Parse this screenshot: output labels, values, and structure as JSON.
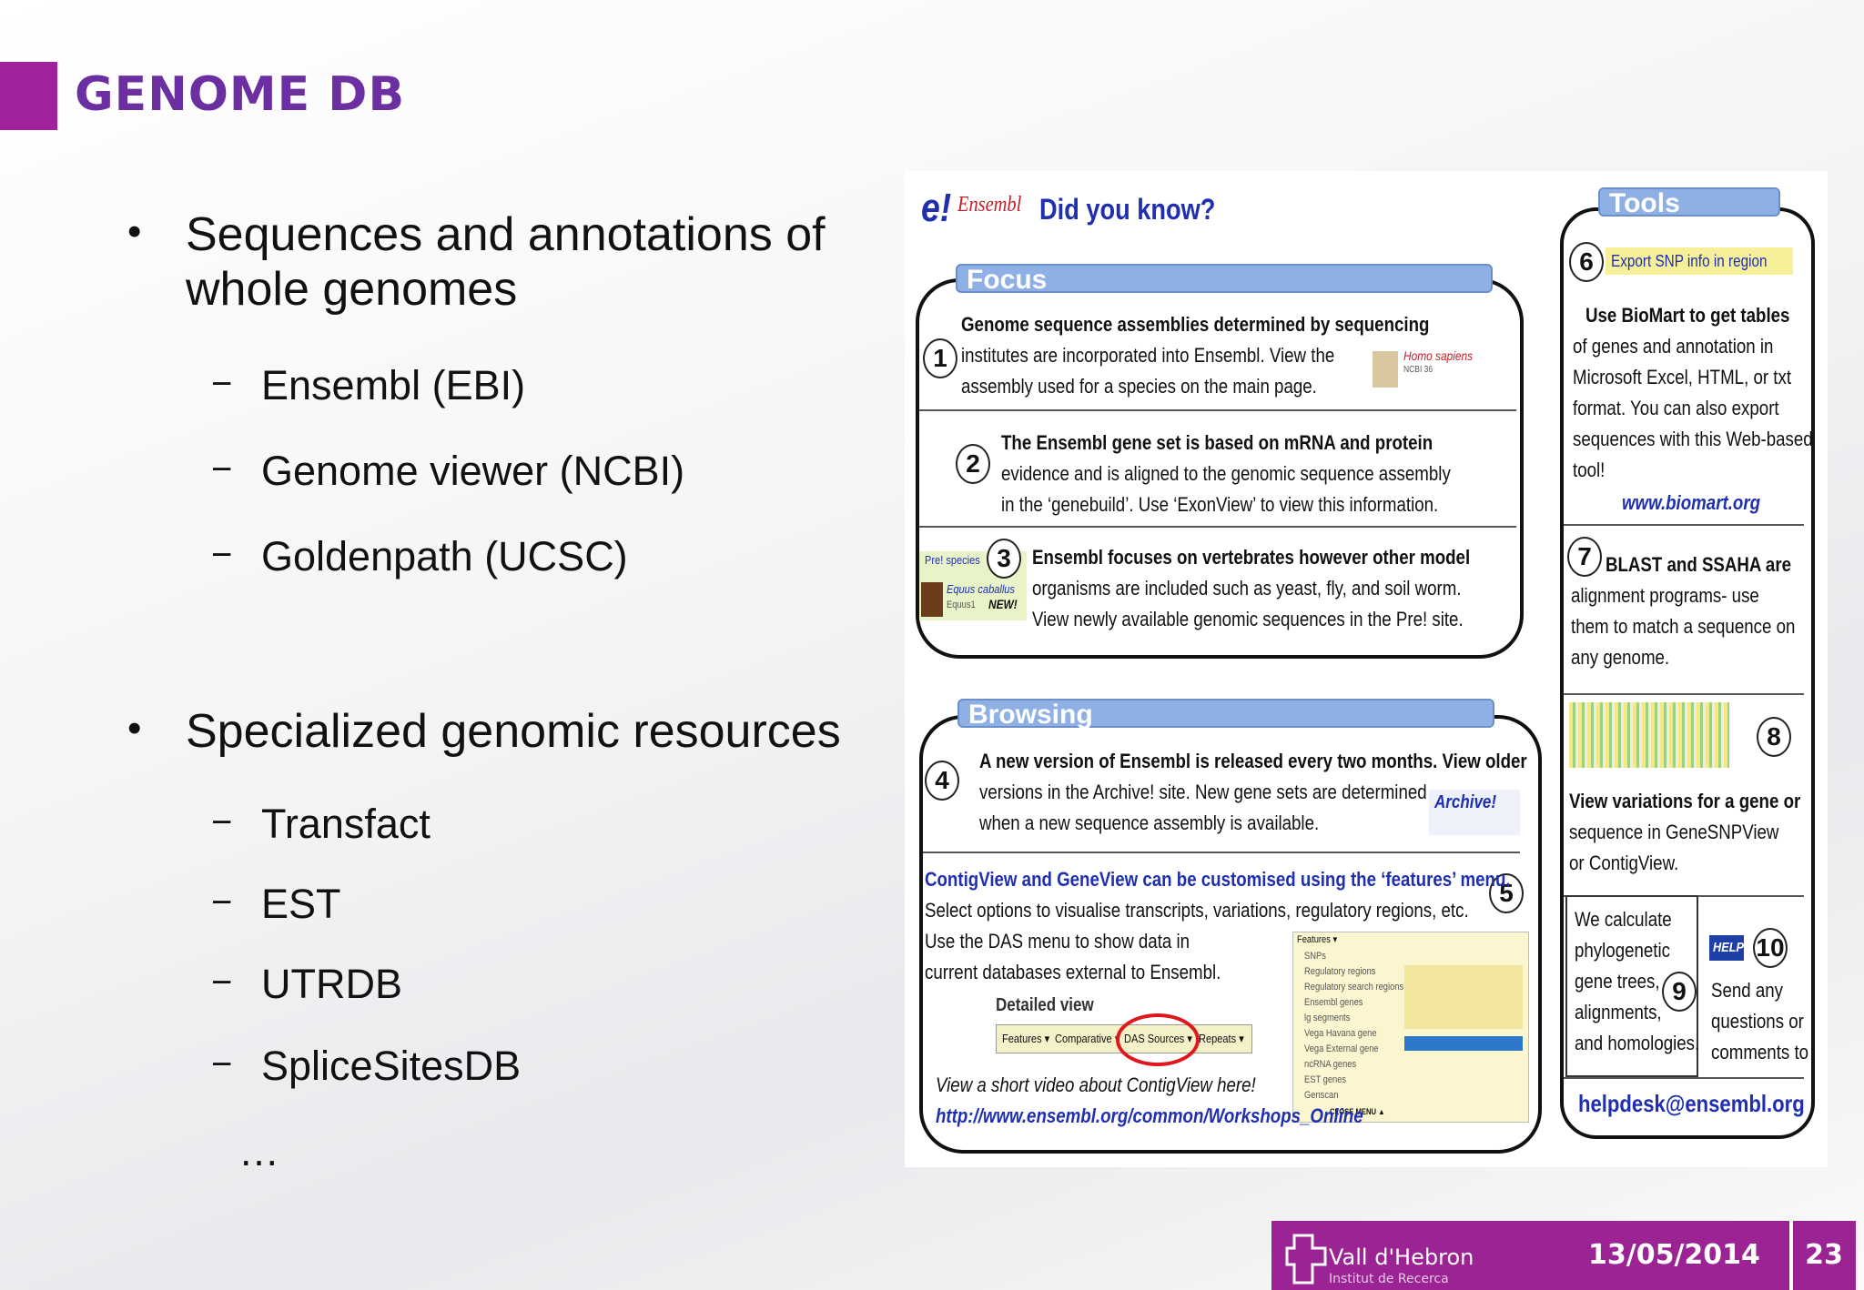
{
  "slide": {
    "title": "GENOME DB",
    "bullet1": "Sequences and annotations of",
    "bullet1b": "whole genomes",
    "sub1": [
      "Ensembl (EBI)",
      "Genome viewer (NCBI)",
      "Goldenpath (UCSC)"
    ],
    "bullet2": "Specialized genomic resources",
    "sub2": [
      "Transfact",
      "EST",
      "UTRDB",
      "SpliceSitesDB"
    ],
    "ellipsis": "…",
    "bullet_glyph": "•",
    "dash_glyph": "−"
  },
  "poster": {
    "brand_e": "e!",
    "brand_name": "Ensembl",
    "headline": "Did you know?",
    "focus_label": "Focus",
    "browsing_label": "Browsing",
    "tools_label": "Tools",
    "n": [
      "1",
      "2",
      "3",
      "4",
      "5",
      "6",
      "7",
      "8",
      "9",
      "10"
    ],
    "f1": [
      "Genome sequence assemblies determined by sequencing",
      "institutes are incorporated into Ensembl.  View the",
      "assembly used for a species on the main page."
    ],
    "f1_thumb": [
      "Homo sapiens",
      "NCBI 36"
    ],
    "f2": [
      "The Ensembl gene set is based on mRNA and protein",
      "evidence and is aligned to the genomic sequence assembly",
      "in the ‘genebuild’.  Use ‘ExonView’ to view this information."
    ],
    "f3": [
      "Ensembl focuses on vertebrates however other model",
      "organisms are included such as yeast, fly, and soil worm.",
      "View newly available genomic sequences in the Pre! site."
    ],
    "f3_thumb": [
      "Pre! species",
      "Equus caballus",
      "Equus1",
      "NEW!"
    ],
    "b4": [
      "A new version of Ensembl is released every two months.  View older",
      "versions in the Archive! site.  New gene sets are determined",
      "when a new sequence assembly is available."
    ],
    "b4_thumb": "Archive!",
    "b5": [
      "ContigView and GeneView can be customised using the ‘features’ menu.",
      "Select options to visualise transcripts, variations, regulatory regions, etc.",
      "Use the DAS menu to show data in",
      "current databases external to Ensembl."
    ],
    "detailed_view": "Detailed view",
    "menu_buttons": [
      "Features ▾",
      "Comparative ▾",
      "DAS Sources ▾",
      "Repeats ▾"
    ],
    "features_menu": [
      "Features ▾",
      "SNPs",
      "Regulatory regions",
      "Regulatory search regions",
      "Ensembl genes",
      "lg segments",
      "Vega Havana gene",
      "Vega External gene",
      "ncRNA genes",
      "EST genes",
      "Genscan",
      "CLOSE MENU ▲"
    ],
    "video_line": "View a short video about ContigView here!",
    "video_url": "http://www.ensembl.org/common/Workshops_Online",
    "t6_button": "Export SNP info in region",
    "t6": [
      "Use BioMart to get tables",
      "of genes and annotation in",
      "Microsoft Excel, HTML, or txt",
      "format.  You can also export",
      "sequences with this Web-based",
      "tool!"
    ],
    "t6_url": "www.biomart.org",
    "t7": [
      "BLAST and SSAHA are",
      "alignment programs- use",
      "them to match a sequence on",
      "any genome."
    ],
    "t8": [
      "View variations for a gene or",
      "sequence in GeneSNPView",
      "or ContigView."
    ],
    "t9": [
      "We calculate",
      "phylogenetic",
      "gene trees,",
      "alignments,",
      "and homologies."
    ],
    "help_badge": "HELP",
    "t10": [
      "Send any",
      "questions or",
      "comments to"
    ],
    "helpdesk": "helpdesk@ensembl.org"
  },
  "footer": {
    "logo_line1": "Vall d'Hebron",
    "logo_line2": "Institut de Recerca",
    "date": "13/05/2014",
    "page": "23"
  }
}
